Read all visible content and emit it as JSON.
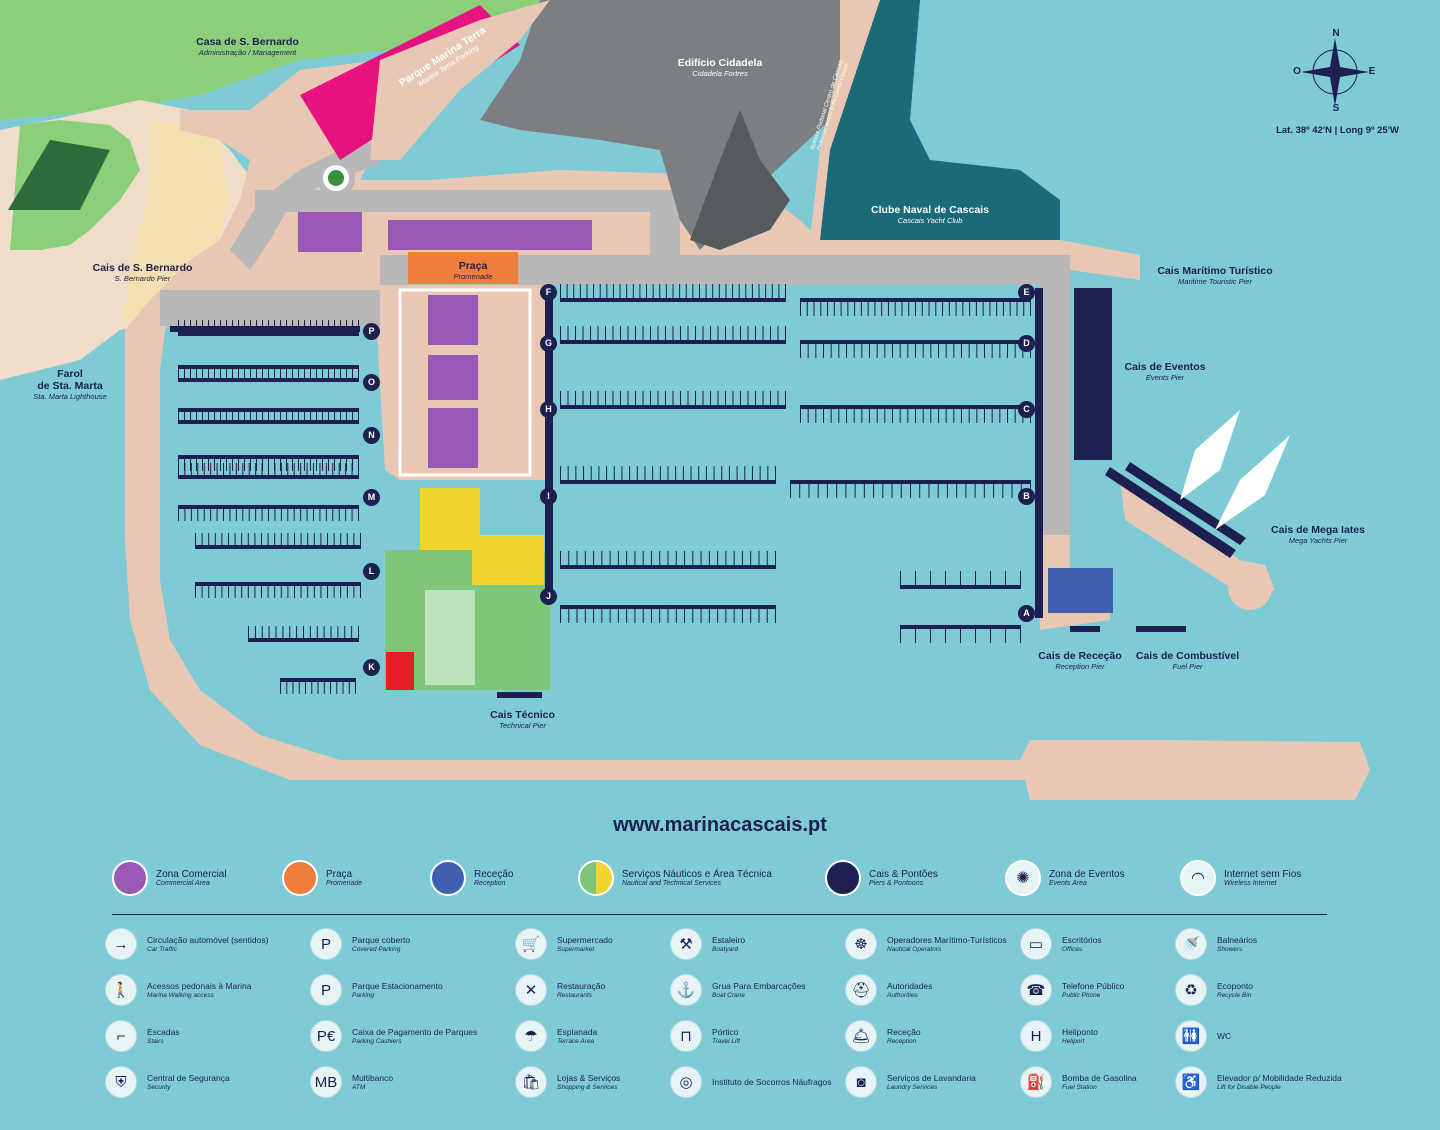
{
  "map_labels": {
    "casa_bernardo": {
      "t": "Casa de S. Bernardo",
      "s": "Administração / Management"
    },
    "parque_marina_terra": {
      "t": "Parque Marina Terra",
      "s": "Marina Terra Parking"
    },
    "edificio_cidadela": {
      "t": "Edifício Cidadela",
      "s": "Cidadela Fortres"
    },
    "acesso_pedonal": {
      "t": "Acesso Pedonal Centro de Cascais",
      "s": "Pedestrian access to the Central Cascais"
    },
    "clube_naval": {
      "t": "Clube Naval de Cascais",
      "s": "Cascais Yacht Club"
    },
    "cais_maritimo": {
      "t": "Cais Marítimo Turístico",
      "s": "Maritime Touristic Pier"
    },
    "cais_eventos": {
      "t": "Cais de Eventos",
      "s": "Events Pier"
    },
    "cais_mega": {
      "t": "Cais de Mega Iates",
      "s": "Mega Yachts Pier"
    },
    "cais_rececao": {
      "t": "Cais de Receção",
      "s": "Reception Pier"
    },
    "cais_combustivel": {
      "t": "Cais de Combustível",
      "s": "Fuel Pier"
    },
    "cais_tecnico": {
      "t": "Cais Técnico",
      "s": "Technical Pier"
    },
    "cais_bernardo": {
      "t": "Cais de S. Bernardo",
      "s": "S. Bernardo Pier"
    },
    "farol": {
      "t": "Farol\nde Sta. Marta",
      "s": "Sta. Marta Lighthouse"
    },
    "praca": {
      "t": "Praça",
      "s": "Promenade"
    }
  },
  "compass": {
    "n": "N",
    "s": "S",
    "e": "E",
    "o": "O",
    "coords": "Lat. 38º 42'N | Long 9º 25'W"
  },
  "piers": [
    "A",
    "B",
    "C",
    "D",
    "E",
    "F",
    "G",
    "H",
    "I",
    "J",
    "K",
    "L",
    "M",
    "N",
    "O",
    "P"
  ],
  "url": "www.marinacascais.pt",
  "zones": [
    {
      "t": "Zona Comercial",
      "s": "Commercial Area",
      "color": "#9b59b6"
    },
    {
      "t": "Praça",
      "s": "Promenade",
      "color": "#ef7d3c"
    },
    {
      "t": "Receção",
      "s": "Reception",
      "color": "#3f5fb0"
    },
    {
      "t": "Serviços Náuticos e Área Técnica",
      "s": "Nautical and Technical Services",
      "color": "#7dc67a",
      "color2": "#f2d530"
    },
    {
      "t": "Cais & Pontões",
      "s": "Piers & Pontoons",
      "color": "#1c1f4f"
    },
    {
      "t": "Zona de Eventos",
      "s": "Events Area",
      "icon": "✺"
    },
    {
      "t": "Internet sem Fios",
      "s": "Wireless Internet",
      "icon": "◠"
    }
  ],
  "legend": [
    {
      "t": "Circulação automóvel (sentidos)",
      "s": "Car Traffic",
      "icon": "→",
      "name": "car-traffic-icon"
    },
    {
      "t": "Acessos pedonais à Marina",
      "s": "Marina Walking access",
      "icon": "🚶",
      "name": "walking-icon"
    },
    {
      "t": "Escadas",
      "s": "Stairs",
      "icon": "⌐",
      "name": "stairs-icon"
    },
    {
      "t": "Central de Segurança",
      "s": "Security",
      "icon": "⛨",
      "name": "security-icon"
    },
    {
      "t": "Parque coberto",
      "s": "Covered Parking",
      "icon": "P",
      "name": "covered-parking-icon"
    },
    {
      "t": "Parque Estacionamento",
      "s": "Parking",
      "icon": "P",
      "name": "parking-icon"
    },
    {
      "t": "Caixa de Pagamento de Parques",
      "s": "Parking Cashiers",
      "icon": "P€",
      "name": "parking-cashier-icon"
    },
    {
      "t": "Multibanco",
      "s": "ATM",
      "icon": "MB",
      "name": "atm-icon"
    },
    {
      "t": "Supermercado",
      "s": "Supermarket",
      "icon": "🛒",
      "name": "supermarket-icon"
    },
    {
      "t": "Restauração",
      "s": "Restaurants",
      "icon": "✕",
      "name": "restaurant-icon"
    },
    {
      "t": "Esplanada",
      "s": "Terrace Area",
      "icon": "☂",
      "name": "terrace-icon"
    },
    {
      "t": "Lojas & Serviços",
      "s": "Shopping & Services",
      "icon": "🛍",
      "name": "shopping-icon"
    },
    {
      "t": "Estaleiro",
      "s": "Boatyard",
      "icon": "⚒",
      "name": "boatyard-icon"
    },
    {
      "t": "Grua Para Embarcações",
      "s": "Boat Crane",
      "icon": "⚓",
      "name": "crane-icon"
    },
    {
      "t": "Pórtico",
      "s": "Travel Lift",
      "icon": "⊓",
      "name": "travel-lift-icon"
    },
    {
      "t": "Instituto de Socorros Náufragos",
      "s": "",
      "icon": "◎",
      "name": "lifebuoy-icon"
    },
    {
      "t": "Operadores Marítimo-Turísticos",
      "s": "Nautical Operators",
      "icon": "☸",
      "name": "helm-icon"
    },
    {
      "t": "Autoridades",
      "s": "Authorities",
      "icon": "⛑",
      "name": "authorities-icon"
    },
    {
      "t": "Receção",
      "s": "Reception",
      "icon": "🛎",
      "name": "reception-icon"
    },
    {
      "t": "Serviços de Lavandaria",
      "s": "Laundry Services",
      "icon": "◙",
      "name": "laundry-icon"
    },
    {
      "t": "Escritórios",
      "s": "Offices",
      "icon": "▭",
      "name": "offices-icon"
    },
    {
      "t": "Telefone Público",
      "s": "Public Phone",
      "icon": "☎",
      "name": "phone-icon"
    },
    {
      "t": "Heliponto",
      "s": "Heliport",
      "icon": "H",
      "name": "heliport-icon"
    },
    {
      "t": "Bomba de Gasolina",
      "s": "Fuel Station",
      "icon": "⛽",
      "name": "fuel-icon"
    },
    {
      "t": "Balneários",
      "s": "Showers",
      "icon": "🚿",
      "name": "shower-icon"
    },
    {
      "t": "Ecoponto",
      "s": "Recycle Bin",
      "icon": "♻",
      "name": "recycle-icon"
    },
    {
      "t": "WC",
      "s": "",
      "icon": "🚻",
      "name": "wc-icon"
    },
    {
      "t": "Elevador p/ Mobilidade Reduzida",
      "s": "Lift for Disable People",
      "icon": "♿",
      "name": "lift-icon"
    }
  ],
  "colors": {
    "sea": "#7ecbd6",
    "land": "#e8c8b4",
    "green": "#8ccf7a",
    "pier": "#1c1f4f",
    "comercial": "#9b59b6",
    "praca": "#ef7d3c",
    "rececao": "#3f5fb0",
    "magenta": "#e6127f",
    "gray": "#7b7f83",
    "yacht": "#1a6a7a"
  }
}
